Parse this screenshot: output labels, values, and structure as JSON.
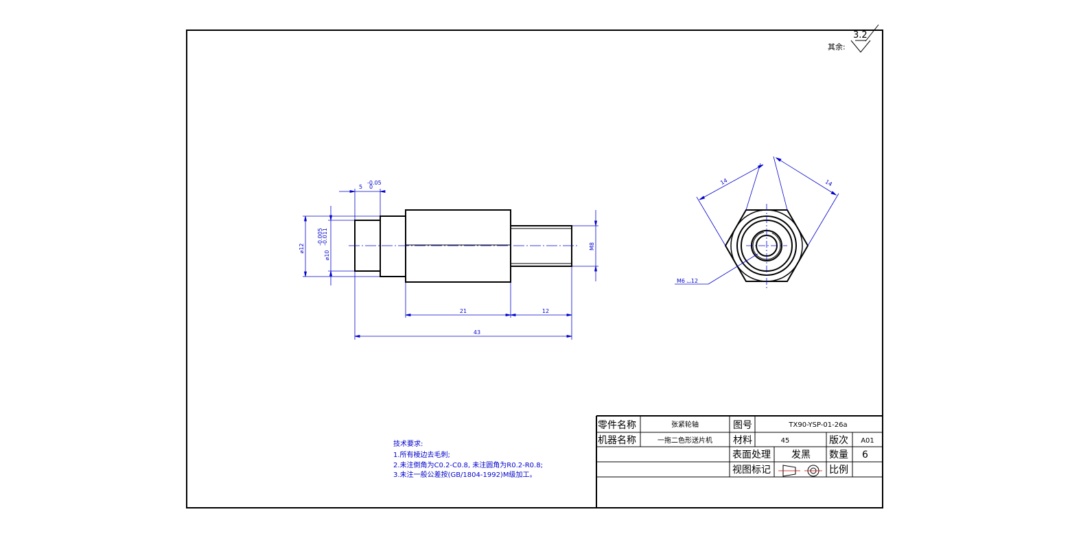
{
  "roughness": {
    "label": "其余:",
    "value": "3.2"
  },
  "front_view": {
    "dims": {
      "len_5": "5",
      "tol_top_upper": "-0.05",
      "tol_top_lower": "0",
      "dia_12": "⌀12",
      "dia_10": "⌀10",
      "tol_dia10_upper": "-0.005",
      "tol_dia10_lower": "-0.011",
      "len_21": "21",
      "len_12": "12",
      "len_43": "43",
      "thread_m8": "M8"
    }
  },
  "side_view": {
    "dims": {
      "flat_left": "14",
      "flat_right": "14",
      "hole_callout": "M6 ⌴12"
    }
  },
  "notes": {
    "title": "技术要求:",
    "items": [
      "1.所有棱边去毛刺;",
      "2.未注倒角为C0.2-C0.8, 未注圆角为R0.2-R0.8;",
      "3.未注一般公差按(GB/1804-1992)M级加工。"
    ]
  },
  "title_block": {
    "part_name_label": "零件名称",
    "part_name_value": "张紧轮轴",
    "drawing_no_label": "图号",
    "drawing_no_value": "TX90-YSP-01-26a",
    "machine_name_label": "机器名称",
    "machine_name_value": "一拖二色形送片机",
    "material_label": "材料",
    "material_value": "45",
    "version_label": "版次",
    "version_value": "A01",
    "surface_label": "表面处理",
    "surface_value": "发黑",
    "quantity_label": "数量",
    "quantity_value": "6",
    "view_mark_label": "视图标记",
    "scale_label": "比例",
    "scale_value": ""
  },
  "colors": {
    "outline": "#000000",
    "dimension": "#0000cc"
  }
}
